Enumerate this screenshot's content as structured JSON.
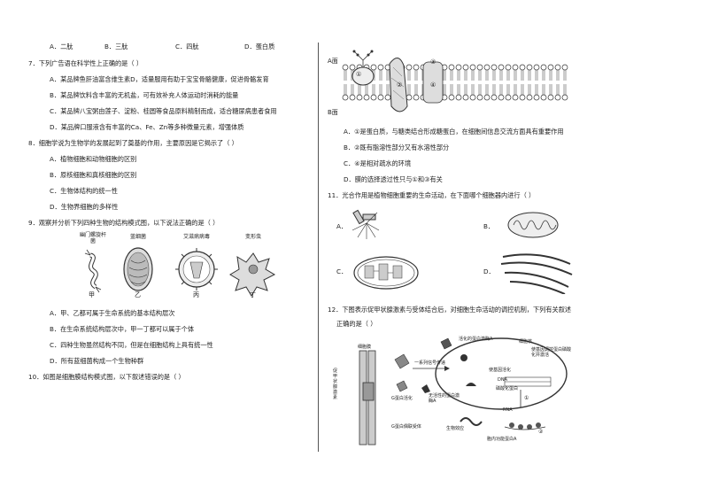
{
  "q6_options": [
    "A．二肽",
    "B．三肽",
    "C．四肽",
    "D．蛋白质"
  ],
  "q7": {
    "stem": "7．下列广告语在科学性上正确的是（     ）",
    "options": [
      "A．某品牌鱼肝油富含维生素D，适量服用有助于宝宝骨骼健康，促进骨骼发育",
      "B．某品牌饮料含丰富的无机盐，可有效补充人体运动时消耗的能量",
      "C．某品牌八宝粥由莲子、淀粉、桂圆等食品原料精制而成，适合糖尿病患者食用",
      "D．某品牌口服液含有丰富的Ca、Fe、Zn等多种微量元素，增强体质"
    ]
  },
  "q8": {
    "stem": "8．细胞学说为生物学的发展起到了奠基的作用，主要原因是它揭示了（     ）",
    "options": [
      "A．植物细胞和动物细胞的区别",
      "B．原核细胞和真核细胞的区别",
      "C．生物体结构的统一性",
      "D．生物界细胞的多样性"
    ]
  },
  "q9": {
    "stem": "9．观察并分析下列四种生物的结构模式图，以下说法正确的是（     ）",
    "organisms": [
      "幽门螺旋杆菌",
      "蓝细菌",
      "艾滋病病毒",
      "变形虫"
    ],
    "labels": [
      "甲",
      "乙",
      "丙",
      "丁"
    ],
    "options": [
      "A．甲、乙都可属于生命系统的基本结构层次",
      "B．在生命系统结构层次中，甲一丁都可以属于个体",
      "C．四种生物虽然结构不同，但是在细胞结构上具有统一性",
      "D．所有蓝细菌构成一个生物种群"
    ]
  },
  "q10": {
    "stem": "10．如图是细胞膜结构模式图，以下叙述错误的是（     ）",
    "side_a": "A面",
    "side_b": "B面",
    "numbers": [
      "①",
      "②",
      "③",
      "④"
    ],
    "options": [
      "A．①是蛋白质，与糖类结合形成糖蛋白，在细胞间信息交流方面具有重要作用",
      "B．②既有脂溶性部分又有水溶性部分",
      "C．④是相对疏水的环境",
      "D．膜的选择透过性只与①和③有关"
    ]
  },
  "q11": {
    "stem": "11．光合作用是植物细胞重要的生命活动，在下面哪个细胞器内进行（     ）",
    "options": [
      "A．",
      "B．",
      "C．",
      "D．"
    ]
  },
  "q12": {
    "stem_line1": "12．下图表示促甲状腺激素与受体结合后，对细胞生命活动的调控机制，下列有关叙述",
    "stem_line2": "正确的是（     ）",
    "labels": {
      "activated_kinase": "活化的蛋白激酶A",
      "nucleus": "细胞核",
      "gene_regulator": "使基因调控蛋白磷酸化并激活",
      "gene_activation": "使基因活化",
      "signal": "一系列信号传递",
      "membrane": "细胞膜",
      "g_activation": "G蛋白活化",
      "inactive_kinase": "无活性的蛋白激酶A",
      "g_receptor": "G蛋白偶联受体",
      "phosphorylated": "磷酸化蛋白",
      "dna": "DNA",
      "rna": "RNA",
      "circle1": "①",
      "circle2": "②",
      "effect": "生物效应",
      "enzyme_a": "胞内功能蛋白A",
      "tsh": "促甲状腺激素"
    }
  }
}
